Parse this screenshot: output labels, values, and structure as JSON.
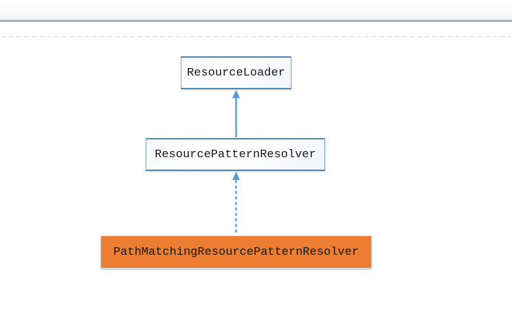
{
  "header": {
    "note": ""
  },
  "diagram": {
    "nodes": [
      {
        "id": "resource-loader",
        "label": "ResourceLoader",
        "kind": "interface"
      },
      {
        "id": "resource-pattern-resolver",
        "label": "ResourcePatternResolver",
        "kind": "interface"
      },
      {
        "id": "path-matching-resource-pattern-resolver",
        "label": "PathMatchingResourcePatternResolver",
        "kind": "class"
      }
    ],
    "edges": [
      {
        "from": "resource-pattern-resolver",
        "to": "resource-loader",
        "style": "solid",
        "direction": "up"
      },
      {
        "from": "path-matching-resource-pattern-resolver",
        "to": "resource-pattern-resolver",
        "style": "dashed",
        "direction": "up"
      }
    ],
    "colors": {
      "node_border_blue": "#4e86b2",
      "arrow_blue": "#5b9bd5",
      "class_fill_orange": "#ED7D31",
      "node_text": "#161616",
      "header_rule_gray": "#a9b0b8",
      "separator_gray": "#d9d9d9"
    }
  }
}
